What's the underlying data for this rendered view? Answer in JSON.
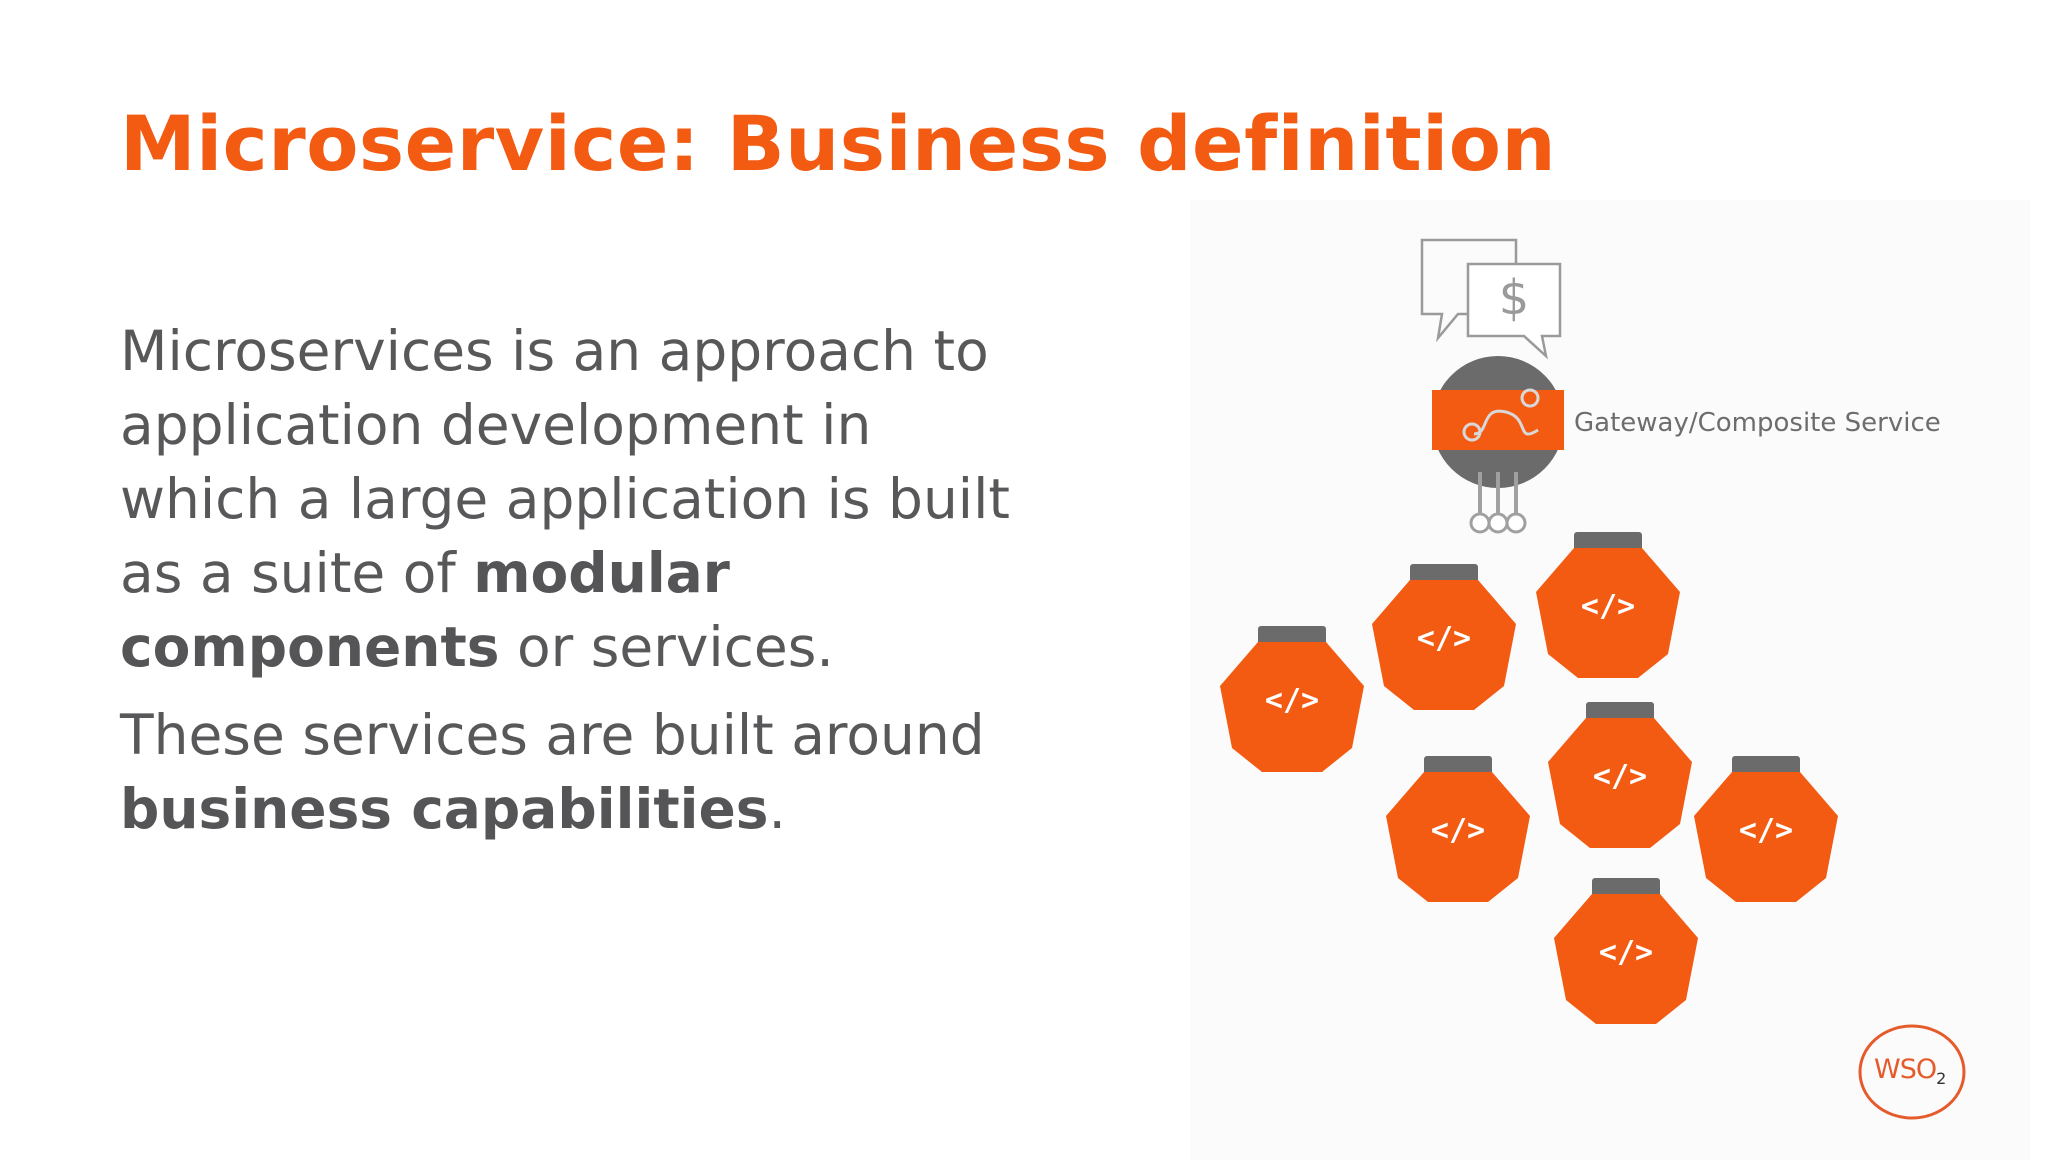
{
  "slide": {
    "title": "Microservice: Business definition",
    "paragraph1": {
      "part1": "Microservices is an approach to application development in which a large application is built as a suite of ",
      "bold1": "modular components",
      "part2": " or services."
    },
    "paragraph2": {
      "part1": "These services are built around ",
      "bold1": "business capabilities",
      "part2": "."
    }
  },
  "graphic": {
    "gateway_label": "Gateway/Composite Service",
    "service_symbol": "</>",
    "currency_symbol": "$",
    "accent_color": "#f35a12",
    "dark_color": "#6b6b6b",
    "services_count_visible": 7
  },
  "logo": {
    "text": "WSO",
    "subscript": "2"
  },
  "colors": {
    "title": "#f35a12",
    "body": "#58585a"
  }
}
